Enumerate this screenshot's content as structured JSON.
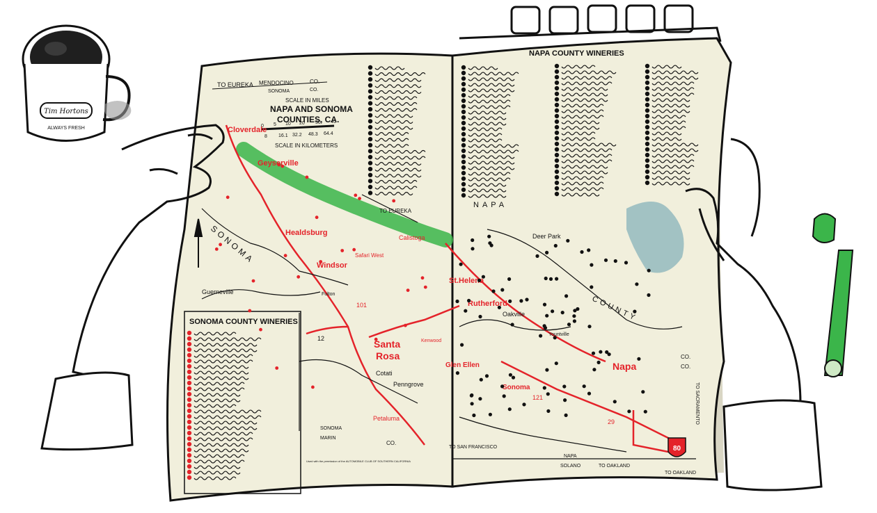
{
  "mug": {
    "brand": "Tim Hortons",
    "tagline": "ALWAYS FRESH"
  },
  "left_page": {
    "header_to": "TO EUREKA",
    "header_county": "MENDOCINO",
    "header_county2": "SONOMA",
    "header_co": "CO.",
    "header_co2": "CO.",
    "title_line1": "NAPA AND SONOMA",
    "title_line2": "COUNTIES, CA.",
    "scale_miles_label": "SCALE IN MILES",
    "scale_miles_ticks": [
      "0",
      "5",
      "10",
      "20",
      "30",
      "40"
    ],
    "scale_km_ticks": [
      "8",
      "16.1",
      "32.2",
      "48.3",
      "64.4"
    ],
    "scale_km_label": "SCALE IN KILOMETERS",
    "region_label": "SONOMA",
    "towns": {
      "cloverdale": "Cloverdale",
      "geyserville": "Geyserville",
      "healdsburg": "Healdsburg",
      "windsor": "Windsor",
      "guerneville": "Guerneville",
      "fulton": "Fulton",
      "safari_west": "Safari West",
      "santa_rosa_1": "Santa",
      "santa_rosa_2": "Rosa",
      "kenwood": "Kenwood",
      "cotati": "Cotati",
      "penngrove": "Penngrove",
      "petaluma": "Petaluma",
      "calistoga": "Calistoga"
    },
    "list_title": "SONOMA COUNTY WINERIES",
    "bottom_co1": "SONOMA",
    "bottom_co2": "MARIN",
    "bottom_co3": "CO.",
    "credit": "Used with the permission of the AUTOMOBILE CLUB OF SOUTHERN CALIFORNIA",
    "highway_101": "101",
    "highway_12": "12",
    "to_eureka_mid": "TO EUREKA"
  },
  "right_page": {
    "list_title": "NAPA COUNTY WINERIES",
    "region_label": "NAPA",
    "county_label": "COUNTY",
    "towns": {
      "deer_park": "Deer Park",
      "st_helena": "St.Helena",
      "rutherford": "Rutherford",
      "oakville": "Oakville",
      "yountville": "Yountville",
      "glen_ellen": "Glen Ellen",
      "sonoma": "Sonoma",
      "napa": "Napa"
    },
    "co_label": "CO.",
    "co_label2": "CO.",
    "bottom_napa": "NAPA",
    "bottom_solano": "SOLANO",
    "to_oakland": "TO OAKLAND",
    "to_oakland2": "TO OAKLAND",
    "to_san_francisco": "TO SAN FRANCISCO",
    "to_sacramento": "TO SACRAMENTO",
    "interstate": "80",
    "highway_29": "29",
    "highway_121": "121"
  },
  "colors": {
    "ink": "#1a1a1a",
    "paper": "#f1efdc",
    "red": "#e4232a",
    "green": "#3bb54a",
    "lake": "#8fb6bd"
  }
}
